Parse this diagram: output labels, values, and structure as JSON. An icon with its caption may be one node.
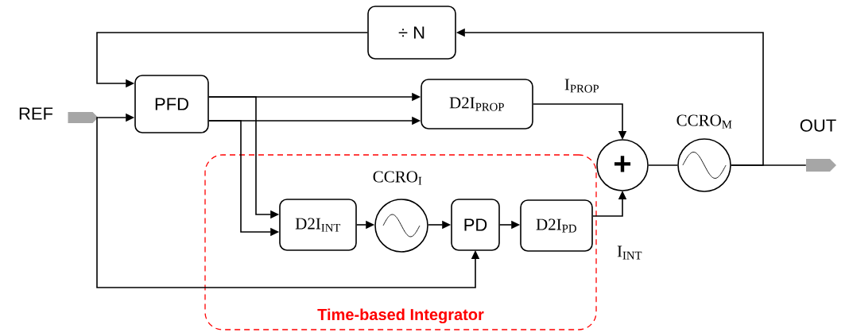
{
  "diagram": {
    "nodes": [
      {
        "text": [],
        "shape": "pentagon",
        "beside": [
          "REF"
        ]
      },
      {
        "text": [
          "PFD"
        ]
      },
      {
        "text": [
          "÷ N"
        ]
      },
      {
        "text": [
          "D2I$_{PROP}$"
        ]
      },
      {
        "text": [
          "+"
        ]
      },
      {
        "text": [],
        "shape": "circle",
        "beside": [
          "CCRO$_{M}$"
        ]
      },
      {
        "text": [],
        "shape": "pentagon",
        "beside": [
          "OUT"
        ]
      },
      {
        "text": [
          "Time-based Integrator"
        ]
      },
      {
        "text": [
          "D2I$_{INT}$"
        ],
        "in": 7
      },
      {
        "text": [],
        "shape": "circle",
        "beside": [
          "CCRO$_{I}$"
        ],
        "in": 7
      },
      {
        "text": [
          "PD"
        ],
        "in": 7
      },
      {
        "text": [
          "D2I$_{PD}$"
        ],
        "in": 7
      }
    ],
    "edges": [
      {
        "from": 0,
        "to": 1,
        "arrow": "to"
      },
      {
        "from": 0,
        "to": 10,
        "arrow": "to"
      },
      {
        "from": 2,
        "to": 1,
        "arrow": "to"
      },
      {
        "from": 1,
        "to": 3,
        "arrow": "to"
      },
      {
        "from": 1,
        "to": 3,
        "arrow": "to"
      },
      {
        "from": 1,
        "to": 8,
        "arrow": "to"
      },
      {
        "from": 1,
        "to": 8,
        "arrow": "to"
      },
      {
        "from": 3,
        "to": 4,
        "arrow": "to",
        "label": "I$_{PROP}$"
      },
      {
        "from": 11,
        "to": 4,
        "arrow": "to",
        "label": "I$_{INT}$"
      },
      {
        "from": 4,
        "to": 5,
        "arrow": "none"
      },
      {
        "from": 5,
        "to": 6,
        "arrow": "none"
      },
      {
        "from": 5,
        "to": 2,
        "arrow": "to"
      },
      {
        "from": 8,
        "to": 9,
        "arrow": "to"
      },
      {
        "from": 9,
        "to": 10,
        "arrow": "to"
      },
      {
        "from": 10,
        "to": 11,
        "arrow": "to"
      }
    ]
  }
}
